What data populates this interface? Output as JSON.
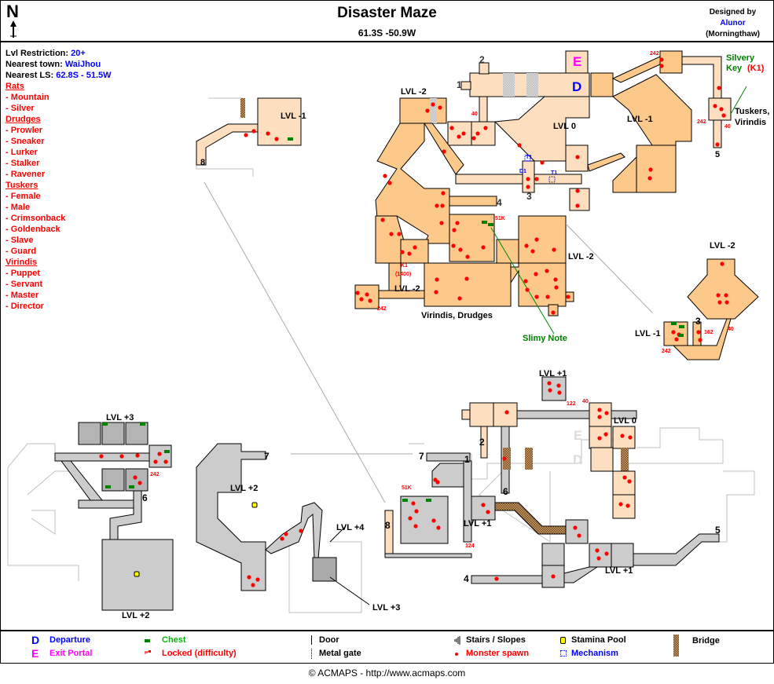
{
  "header": {
    "north": "N",
    "title": "Disaster Maze",
    "coords": "61.3S -50.9W",
    "designed_by": "Designed by",
    "designer": "Alunor",
    "server": "(Morningthaw)"
  },
  "info": {
    "lvl_label": "Lvl Restriction:",
    "lvl_value": "20+",
    "town_label": "Nearest town:",
    "town_value": "WaiJhou",
    "ls_label": "Nearest LS:",
    "ls_value": "62.8S - 51.5W",
    "groups": [
      {
        "name": "Rats",
        "items": [
          "- Mountain",
          "- Silver"
        ]
      },
      {
        "name": "Drudges",
        "items": [
          "- Prowler",
          "- Sneaker",
          "- Lurker",
          "- Stalker",
          "- Ravener"
        ]
      },
      {
        "name": "Tuskers",
        "items": [
          "- Female",
          "- Male",
          "- Crimsonback",
          "- Goldenback",
          "- Slave",
          "- Guard"
        ]
      },
      {
        "name": "Virindis",
        "items": [
          "- Puppet",
          "- Servant",
          "- Master",
          "- Director"
        ]
      }
    ]
  },
  "map": {
    "lvl_m1_topleft": "LVL -1",
    "lvl_m2_a": "LVL -2",
    "lvl_0_top": "LVL 0",
    "lvl_m1_right": "LVL -1",
    "lvl_m2_mid": "LVL -2",
    "lvl_m2_bottom": "LVL -2",
    "lvl_m2_far": "LVL -2",
    "lvl_m1_far": "LVL -1",
    "lvl_p1_top": "LVL +1",
    "lvl_0_bottom": "LVL 0",
    "lvl_p1_mid": "LVL +1",
    "lvl_p1_right": "LVL +1",
    "lvl_p3": "LVL +3",
    "lvl_p2_big": "LVL +2",
    "lvl_p2_mid": "LVL +2",
    "lvl_p4": "LVL +4",
    "lvl_p3_b": "LVL +3",
    "n1": "1",
    "n2": "2",
    "n3": "3",
    "n4": "4",
    "n5": "5",
    "n8": "8",
    "b1": "1",
    "b2": "2",
    "b4": "4",
    "b5": "5",
    "b6": "6",
    "b7": "7",
    "b8": "8",
    "b6l": "6",
    "b7m": "7",
    "b3r": "3",
    "E": "E",
    "D": "D",
    "E_ghost": "E",
    "D_ghost": "D",
    "silvery": "Silvery",
    "key": "Key",
    "k1": "(K1)",
    "tuskers": "Tuskers,",
    "virindis": "Virindis",
    "virindis_drudges": "Virindis, Drudges",
    "slimy_note": "Slimy Note",
    "lock_242_a": "242",
    "lock_242_b": "242",
    "lock_40_a": "40",
    "lock_40_b": "40",
    "lock_51k": "51K",
    "lock_k1": "K1",
    "lock_1400": "(1400)",
    "lock_242_c": "242",
    "lock_162": "162",
    "lock_40_c": "40",
    "lock_242_d": "242",
    "lock_122": "122",
    "lock_40_d": "40",
    "lock_51k_b": "51K",
    "lock_124": "124",
    "lock_242_e": "242",
    "t1a": "T1",
    "t1b": "T1",
    "d1": "D1"
  },
  "legend": {
    "departure_icon": "D",
    "departure": "Departure",
    "exit_icon": "E",
    "exit": "Exit Portal",
    "chest": "Chest",
    "locked": "Locked (difficulty)",
    "door": "Door",
    "metal_gate": "Metal gate",
    "stairs": "Stairs / Slopes",
    "monster": "Monster spawn",
    "stamina": "Stamina Pool",
    "mechanism": "Mechanism",
    "bridge": "Bridge"
  },
  "footer": "© ACMAPS - http://www.acmaps.com",
  "colors": {
    "level_0": "#FDDFBF",
    "level_minus": "#FCC98A",
    "level_plus": "#CCCCCC",
    "level_plus3": "#B4B4B4",
    "spawn": "#FF0000",
    "chest": "#008000",
    "stamina": "#FFFF00",
    "departure": "#0000FF",
    "exit": "#FF00FF"
  }
}
